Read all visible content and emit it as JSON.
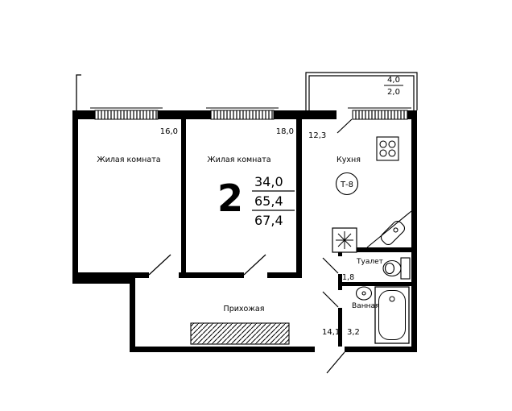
{
  "plan": {
    "type_mark": "Т-8",
    "summary": {
      "rooms_count": "2",
      "living_area": "34,0",
      "area_without_balcony": "65,4",
      "total_area": "67,4"
    },
    "rooms": {
      "living1": {
        "name": "Жилая комната",
        "area": "16,0"
      },
      "living2": {
        "name": "Жилая комната",
        "area": "18,0"
      },
      "kitchen": {
        "name": "Кухня",
        "area": "12,3"
      },
      "hallway": {
        "name": "Прихожая",
        "area": "14,1"
      },
      "toilet": {
        "name": "Туалет",
        "area": "1,8"
      },
      "bathroom": {
        "name": "Ванная",
        "area": "3,2"
      },
      "balcony": {
        "area_full": "4,0",
        "area_counted": "2,0"
      }
    },
    "colors": {
      "walls": "#000000",
      "background": "#ffffff"
    }
  }
}
